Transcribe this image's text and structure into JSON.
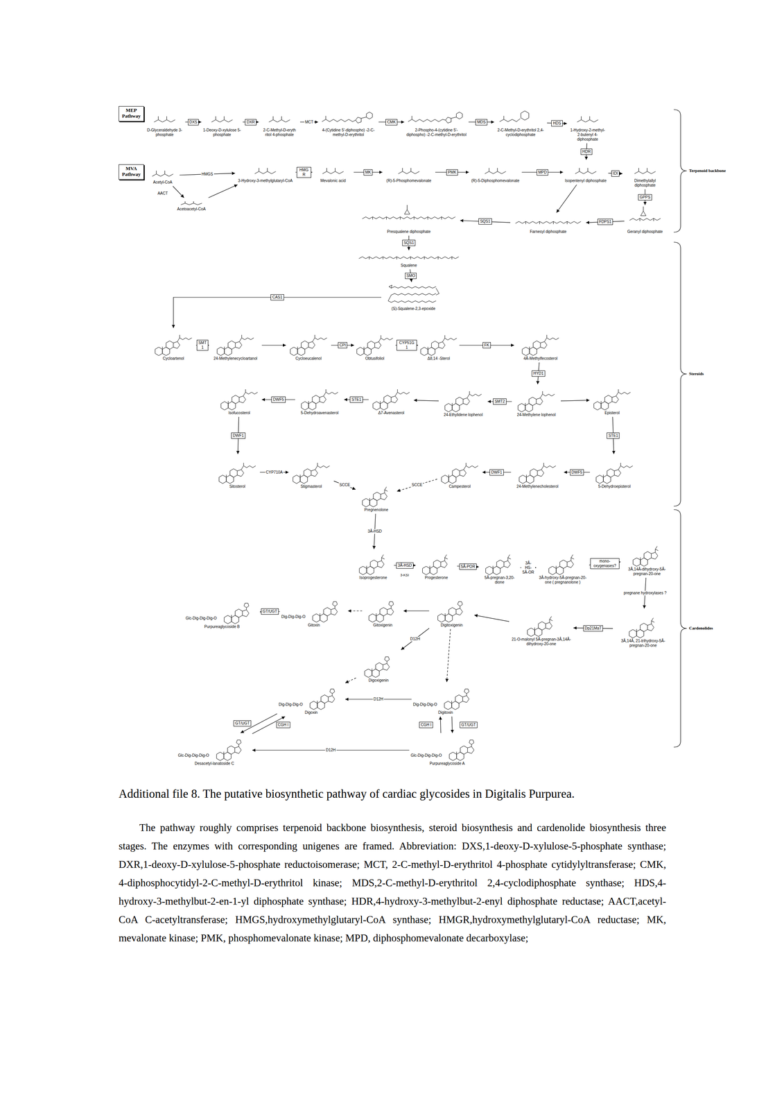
{
  "diagram": {
    "title": "Additional file 8. The putative biosynthetic pathway of cardiac glycosides in Digitalis Purpurea.",
    "caption": "The pathway roughly comprises terpenoid backbone biosynthesis, steroid biosynthesis and cardenolide biosynthesis three stages. The enzymes with corresponding unigenes are framed. Abbreviation: DXS,1-deoxy-D-xylulose-5-phosphate synthase; DXR,1-deoxy-D-xylulose-5-phosphate reductoisomerase; MCT, 2-C-methyl-D-erythritol 4-phosphate cytidylyltransferase; CMK, 4-diphosphocytidyl-2-C-methyl-D-erythritol kinase; MDS,2-C-methyl-D-erythritol 2,4-cyclodiphosphate synthase; HDS,4-hydroxy-3-methylbut-2-en-1-yl diphosphate synthase; HDR,4-hydroxy-3-methylbut-2-enyl diphosphate reductase; AACT,acetyl-CoA C-acetyltransferase; HMGS,hydroxymethylglutaryl-CoA synthase; HMGR,hydroxymethylglutaryl-CoA reductase; MK, mevalonate kinase; PMK, phosphomevalonate kinase; MPD, diphosphomevalonate decarboxylase;",
    "nodes": [
      {
        "text": [
          "MEP Pathway"
        ]
      },
      {
        "text": [
          "D-Glyceraldehyde 3-phosphate"
        ]
      },
      {
        "text": [
          "1-Deoxy-D-xylulose 5-phosphate"
        ]
      },
      {
        "text": [
          "2-C-Methyl-D-eryth ritol 4-phosphate"
        ]
      },
      {
        "text": [
          "4-(Cytidine 5'-diphospho) -2-C-methyl-D-erythritol"
        ]
      },
      {
        "text": [
          "2-Phospho-4-(cytidine 5'-diphospho) -2-C-methyl-D-erythritol"
        ]
      },
      {
        "text": [
          "2-C-Methyl-D-erythritol 2,4-cyclodiphosphate"
        ]
      },
      {
        "text": [
          "1-Hydroxy-2-methyl- 2-butenyl 4-diphosphate"
        ]
      },
      {
        "text": [
          "MVA Pathway"
        ]
      },
      {
        "text": [
          "Acetyl-CoA"
        ]
      },
      {
        "text": [
          "Acetoacetyl-CoA"
        ]
      },
      {
        "text": [
          "3-Hydroxy-3-methylglutaryl-CoA"
        ]
      },
      {
        "text": [
          "Mevalonic acid"
        ]
      },
      {
        "text": [
          "(R)-5-Phosphomevalonate"
        ]
      },
      {
        "text": [
          "(R)-5-Diphosphomevalonate"
        ]
      },
      {
        "text": [
          "Isopentenyl diphosphate"
        ]
      },
      {
        "text": [
          "Dimethylallyl diphosphate"
        ]
      },
      {
        "text": [
          "Geranyl diphosphate"
        ]
      },
      {
        "text": [
          "Farnesyl diphosphate"
        ]
      },
      {
        "text": [
          "Presqualene diphosphate"
        ]
      },
      {
        "text": [
          "Squalene"
        ]
      },
      {
        "text": [
          "(S)-Squalene-2,3-epoxide"
        ]
      },
      {
        "text": [
          "Cycloartenol"
        ]
      },
      {
        "text": [
          "24-Methylenecycloartanol"
        ]
      },
      {
        "text": [
          "Cycloeucalenol"
        ]
      },
      {
        "text": [
          "Obtusifoliol"
        ]
      },
      {
        "text": [
          "Δ8,14 -Sterol"
        ]
      },
      {
        "text": [
          "4Â-Methylfecosterol"
        ]
      },
      {
        "text": [
          "Isofucosterol"
        ]
      },
      {
        "text": [
          "5-Dehydroavenasterol"
        ]
      },
      {
        "text": [
          "Δ7-Avenasterol"
        ]
      },
      {
        "text": [
          "24-Ethylidene lophenol"
        ]
      },
      {
        "text": [
          "24-Methylene lophenol"
        ]
      },
      {
        "text": [
          "Episterol"
        ]
      },
      {
        "text": [
          "Sitosterol"
        ]
      },
      {
        "text": [
          "Stigmasterol"
        ]
      },
      {
        "text": [
          "Campesterol"
        ]
      },
      {
        "text": [
          "24-Methylenecholesterol"
        ]
      },
      {
        "text": [
          "5-Dehydroepisterol"
        ]
      },
      {
        "text": [
          "Pregnenolone"
        ]
      },
      {
        "text": [
          "Isoprogesterone"
        ]
      },
      {
        "text": [
          "Progesterone"
        ]
      },
      {
        "text": [
          "5Â-pregnan-3,20-dione"
        ]
      },
      {
        "text": [
          "3Â-hydroxy-5Â-pregnan-20-one ( pregnanolone )"
        ]
      },
      {
        "text": [
          "3Â,14Â-dihydroxy-5Â-pregnan-20-one"
        ]
      },
      {
        "text": [
          "3Â,14Â, 21-trihydroxy-5Â-pregnan-20-one"
        ]
      },
      {
        "text": [
          "21-O-malonyl 5Â-pregnan-3Â,14Â-dihydroxy-20-one"
        ]
      },
      {
        "text": [
          "Digitoxigenin"
        ]
      },
      {
        "text": [
          "Gitoxigenin"
        ]
      },
      {
        "text": [
          "Dig-Dig-Dig-O",
          "Gitoxin"
        ]
      },
      {
        "text": [
          "Glc-Dig-Dig-Dig-O",
          "Purpureaglycoside B"
        ]
      },
      {
        "text": [
          "Digoxigenin"
        ]
      },
      {
        "text": [
          "Dig-Dig-Dig-O",
          "Digoxin"
        ]
      },
      {
        "text": [
          "Dig-Dig-Dig-O",
          "Digitoxin"
        ]
      },
      {
        "text": [
          "Glc-Dig-Dig-Dig-O",
          "Purpureaglycoside A"
        ]
      },
      {
        "text": [
          "Glc-Dig-Dig-Dig-O",
          "Desacetyl-lanatoside C"
        ]
      }
    ],
    "edges": [
      {
        "from": 1,
        "to": 2,
        "arrow": "to",
        "label": "DXS"
      },
      {
        "from": 2,
        "to": 3,
        "arrow": "to",
        "label": "DXR"
      },
      {
        "from": 3,
        "to": 4,
        "arrow": "to",
        "label": "MCT"
      },
      {
        "from": 4,
        "to": 5,
        "arrow": "to",
        "label": "CMK"
      },
      {
        "from": 5,
        "to": 6,
        "arrow": "to",
        "label": "MDS"
      },
      {
        "from": 6,
        "to": 7,
        "arrow": "to",
        "label": "HDS"
      },
      {
        "from": 7,
        "to": 15,
        "arrow": "to",
        "label": "HDR"
      },
      {
        "from": 9,
        "to": 10,
        "arrow": "to",
        "label": "AACT"
      },
      {
        "from": 9,
        "to": 11,
        "arrow": "to",
        "label": "HMGS"
      },
      {
        "from": 10,
        "to": 11,
        "arrow": "to"
      },
      {
        "from": 11,
        "to": 12,
        "arrow": "to",
        "label": "HMGR"
      },
      {
        "from": 12,
        "to": 13,
        "arrow": "to",
        "label": "MK"
      },
      {
        "from": 13,
        "to": 14,
        "arrow": "to",
        "label": "PMK"
      },
      {
        "from": 14,
        "to": 15,
        "arrow": "to",
        "label": "MPD"
      },
      {
        "from": 15,
        "to": 16,
        "arrow": "to",
        "label": "IDI"
      },
      {
        "from": 16,
        "to": 17,
        "arrow": "to",
        "label": "GPPS"
      },
      {
        "from": 17,
        "to": 18,
        "arrow": "to",
        "label": "FDPS1"
      },
      {
        "from": 15,
        "to": 18,
        "arrow": "to"
      },
      {
        "from": 18,
        "to": 19,
        "arrow": "to",
        "label": "SQS1"
      },
      {
        "from": 19,
        "to": 20,
        "arrow": "to",
        "label": "SQS1"
      },
      {
        "from": 20,
        "to": 21,
        "arrow": "to",
        "label": "SMO"
      },
      {
        "from": 21,
        "to": 22,
        "arrow": "to",
        "label": "CAS1"
      },
      {
        "from": 22,
        "to": 23,
        "arrow": "to",
        "label": "SMT1"
      },
      {
        "from": 23,
        "to": 24,
        "arrow": "to"
      },
      {
        "from": 24,
        "to": 25,
        "arrow": "to",
        "label": "CPI"
      },
      {
        "from": 25,
        "to": 26,
        "arrow": "to",
        "label": "CYP51G1"
      },
      {
        "from": 26,
        "to": 27,
        "arrow": "to",
        "label": "FK"
      },
      {
        "from": 27,
        "to": 32,
        "arrow": "to",
        "label": "HYD1"
      },
      {
        "from": 32,
        "to": 31,
        "arrow": "to",
        "label": "SMT2"
      },
      {
        "from": 31,
        "to": 30,
        "arrow": "to"
      },
      {
        "from": 30,
        "to": 29,
        "arrow": "to",
        "label": "STE1"
      },
      {
        "from": 29,
        "to": 28,
        "arrow": "to",
        "label": "DWF5"
      },
      {
        "from": 32,
        "to": 33,
        "arrow": "to"
      },
      {
        "from": 28,
        "to": 34,
        "arrow": "to",
        "label": "DWF1"
      },
      {
        "from": 33,
        "to": 38,
        "arrow": "to",
        "label": "STE1"
      },
      {
        "from": 34,
        "to": 35,
        "arrow": "to",
        "label": "CYP710A"
      },
      {
        "from": 38,
        "to": 37,
        "arrow": "to",
        "label": "DWF5"
      },
      {
        "from": 37,
        "to": 36,
        "arrow": "to",
        "label": "DWF1"
      },
      {
        "from": 35,
        "to": 39,
        "arrow": "to",
        "label": "SCCE"
      },
      {
        "from": 36,
        "to": 39,
        "arrow": "to",
        "label": "SCCE"
      },
      {
        "from": 39,
        "to": 40,
        "arrow": "to",
        "label": "3Â-HSD"
      },
      {
        "from": 40,
        "to": 41,
        "arrow": "to",
        "label": "3Â-HSD"
      },
      {
        "from": 41,
        "to": 42,
        "arrow": "to",
        "label": "5Â-POR"
      },
      {
        "from": 42,
        "to": 43,
        "arrow": "to",
        "label": "3Â-HS-5Â-OR"
      },
      {
        "from": 43,
        "to": 44,
        "arrow": "to",
        "label": "mono-oxygenases?"
      },
      {
        "from": 44,
        "to": 45,
        "arrow": "to",
        "label": "pregnane hydroxylases ?"
      },
      {
        "from": 45,
        "to": 46,
        "arrow": "to",
        "label": "Dp21MaT"
      },
      {
        "from": 46,
        "to": 47,
        "arrow": "to"
      },
      {
        "from": 47,
        "to": 48,
        "arrow": "to"
      },
      {
        "from": 48,
        "to": 49,
        "arrow": "to"
      },
      {
        "from": 49,
        "to": 50,
        "arrow": "to",
        "label": "GT/UGT"
      },
      {
        "from": 47,
        "to": 51,
        "arrow": "to",
        "label": "D12H"
      },
      {
        "from": 51,
        "to": 52,
        "arrow": "to"
      },
      {
        "from": 47,
        "to": 53,
        "arrow": "to"
      },
      {
        "from": 53,
        "to": 52,
        "arrow": "to",
        "label": "D12H"
      },
      {
        "from": 54,
        "to": 53,
        "arrow": "to",
        "label": "CGH I"
      },
      {
        "from": 53,
        "to": 54,
        "arrow": "to",
        "label": "GT/UGT"
      },
      {
        "from": 54,
        "to": 55,
        "arrow": "to",
        "label": "D12H"
      },
      {
        "from": 52,
        "to": 55,
        "arrow": "to",
        "label": "GT/UGT"
      },
      {
        "from": 55,
        "to": 52,
        "arrow": "to",
        "label": "CGH I"
      }
    ],
    "labels": [
      "3-KSI",
      "Terpenoid backbone",
      "Steroids",
      "Cardenolides"
    ]
  }
}
